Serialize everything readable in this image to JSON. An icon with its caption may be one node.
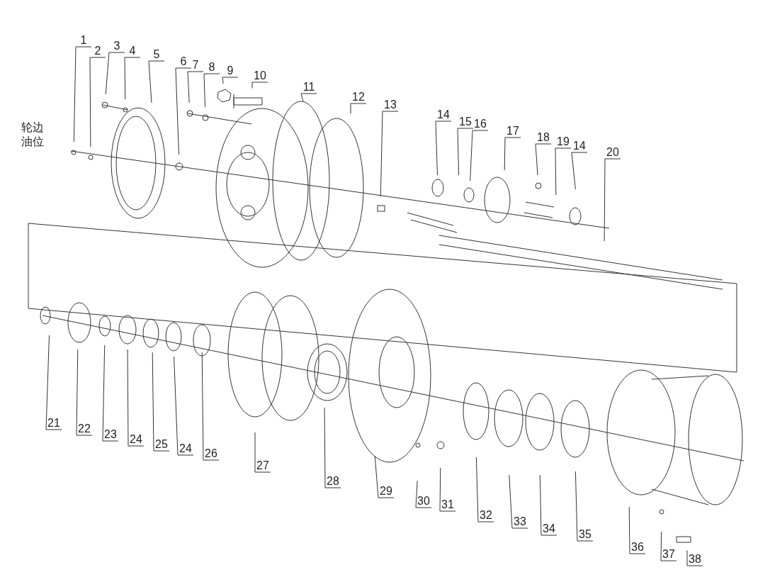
{
  "diagram": {
    "nodes": [
      {
        "text": [
          "1"
        ]
      },
      {
        "text": [
          "2"
        ]
      },
      {
        "text": [
          "3"
        ]
      },
      {
        "text": [
          "4"
        ]
      },
      {
        "text": [
          "5"
        ]
      },
      {
        "text": [
          "6"
        ]
      },
      {
        "text": [
          "7"
        ]
      },
      {
        "text": [
          "8"
        ]
      },
      {
        "text": [
          "9"
        ]
      },
      {
        "text": [
          "10"
        ]
      },
      {
        "text": [
          "11"
        ]
      },
      {
        "text": [
          "12"
        ]
      },
      {
        "text": [
          "13"
        ]
      },
      {
        "text": [
          "14"
        ]
      },
      {
        "text": [
          "15"
        ]
      },
      {
        "text": [
          "16"
        ]
      },
      {
        "text": [
          "17"
        ]
      },
      {
        "text": [
          "18"
        ]
      },
      {
        "text": [
          "19"
        ]
      },
      {
        "text": [
          "14"
        ]
      },
      {
        "text": [
          "20"
        ]
      },
      {
        "text": [
          "21"
        ]
      },
      {
        "text": [
          "22"
        ]
      },
      {
        "text": [
          "23"
        ]
      },
      {
        "text": [
          "24"
        ]
      },
      {
        "text": [
          "25"
        ]
      },
      {
        "text": [
          "24"
        ]
      },
      {
        "text": [
          "26"
        ]
      },
      {
        "text": [
          "27"
        ]
      },
      {
        "text": [
          "28"
        ]
      },
      {
        "text": [
          "29"
        ]
      },
      {
        "text": [
          "30"
        ]
      },
      {
        "text": [
          "31"
        ]
      },
      {
        "text": [
          "32"
        ]
      },
      {
        "text": [
          "33"
        ]
      },
      {
        "text": [
          "34"
        ]
      },
      {
        "text": [
          "35"
        ]
      },
      {
        "text": [
          "36"
        ]
      },
      {
        "text": [
          "37"
        ]
      },
      {
        "text": [
          "38"
        ]
      }
    ],
    "edges": [
      {
        "from": 0,
        "to": null,
        "arrow": "none"
      },
      {
        "from": 1,
        "to": null,
        "arrow": "none"
      },
      {
        "from": 2,
        "to": null,
        "arrow": "none"
      },
      {
        "from": 3,
        "to": null,
        "arrow": "none"
      },
      {
        "from": 4,
        "to": null,
        "arrow": "none"
      },
      {
        "from": 5,
        "to": null,
        "arrow": "none"
      },
      {
        "from": 6,
        "to": null,
        "arrow": "none"
      },
      {
        "from": 7,
        "to": null,
        "arrow": "none"
      },
      {
        "from": 8,
        "to": null,
        "arrow": "none"
      },
      {
        "from": 9,
        "to": null,
        "arrow": "none"
      },
      {
        "from": 10,
        "to": null,
        "arrow": "none"
      },
      {
        "from": 11,
        "to": null,
        "arrow": "none"
      },
      {
        "from": 12,
        "to": null,
        "arrow": "none"
      },
      {
        "from": 13,
        "to": null,
        "arrow": "none"
      },
      {
        "from": 14,
        "to": null,
        "arrow": "none"
      },
      {
        "from": 15,
        "to": null,
        "arrow": "none"
      },
      {
        "from": 16,
        "to": null,
        "arrow": "none"
      },
      {
        "from": 17,
        "to": null,
        "arrow": "none"
      },
      {
        "from": 18,
        "to": null,
        "arrow": "none"
      },
      {
        "from": 19,
        "to": null,
        "arrow": "none"
      },
      {
        "from": 20,
        "to": null,
        "arrow": "none"
      },
      {
        "from": 21,
        "to": null,
        "arrow": "none"
      },
      {
        "from": 22,
        "to": null,
        "arrow": "none"
      },
      {
        "from": 23,
        "to": null,
        "arrow": "none"
      },
      {
        "from": 24,
        "to": null,
        "arrow": "none"
      },
      {
        "from": 25,
        "to": null,
        "arrow": "none"
      },
      {
        "from": 26,
        "to": null,
        "arrow": "none"
      },
      {
        "from": 27,
        "to": null,
        "arrow": "none"
      },
      {
        "from": 28,
        "to": null,
        "arrow": "none"
      },
      {
        "from": 29,
        "to": null,
        "arrow": "none"
      },
      {
        "from": 30,
        "to": null,
        "arrow": "none"
      },
      {
        "from": 31,
        "to": null,
        "arrow": "none"
      },
      {
        "from": 32,
        "to": null,
        "arrow": "none"
      },
      {
        "from": 33,
        "to": null,
        "arrow": "none"
      },
      {
        "from": 34,
        "to": null,
        "arrow": "none"
      },
      {
        "from": 35,
        "to": null,
        "arrow": "none"
      },
      {
        "from": 36,
        "to": null,
        "arrow": "none"
      },
      {
        "from": 37,
        "to": null,
        "arrow": "none"
      },
      {
        "from": 38,
        "to": null,
        "arrow": "none"
      },
      {
        "from": 39,
        "to": null,
        "arrow": "none"
      }
    ],
    "labels": [
      "轮边油位"
    ]
  }
}
